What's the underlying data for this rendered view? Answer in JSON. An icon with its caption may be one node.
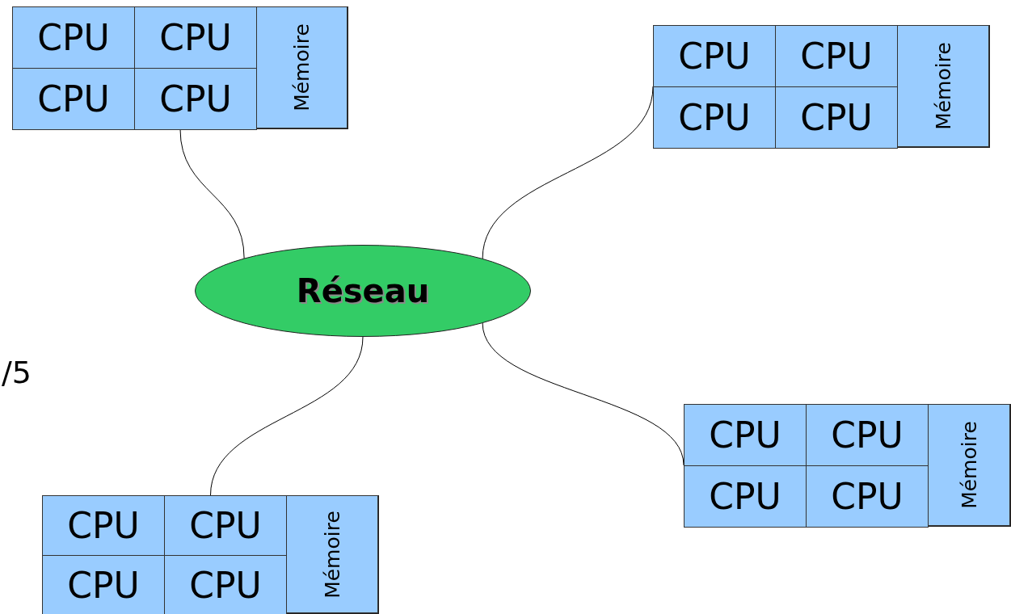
{
  "diagram": {
    "nodes": [
      {
        "text": [],
        "shape": "box"
      },
      {
        "text": [
          "CPU"
        ],
        "in": 0
      },
      {
        "text": [
          "CPU"
        ],
        "in": 0
      },
      {
        "text": [
          "CPU"
        ],
        "in": 0
      },
      {
        "text": [
          "CPU"
        ],
        "in": 0
      },
      {
        "text": [
          "Mémoire"
        ],
        "in": 0
      },
      {
        "text": [],
        "shape": "box"
      },
      {
        "text": [
          "CPU"
        ],
        "in": 6
      },
      {
        "text": [
          "CPU"
        ],
        "in": 6
      },
      {
        "text": [
          "CPU"
        ],
        "in": 6
      },
      {
        "text": [
          "CPU"
        ],
        "in": 6
      },
      {
        "text": [
          "Mémoire"
        ],
        "in": 6
      },
      {
        "text": [
          "Réseau"
        ]
      },
      {
        "text": [],
        "shape": "box"
      },
      {
        "text": [
          "CPU"
        ],
        "in": 13
      },
      {
        "text": [
          "CPU"
        ],
        "in": 13
      },
      {
        "text": [
          "CPU"
        ],
        "in": 13
      },
      {
        "text": [
          "CPU"
        ],
        "in": 13
      },
      {
        "text": [
          "Mémoire"
        ],
        "in": 13
      },
      {
        "text": [],
        "shape": "box"
      },
      {
        "text": [
          "CPU"
        ],
        "in": 19
      },
      {
        "text": [
          "CPU"
        ],
        "in": 19
      },
      {
        "text": [
          "CPU"
        ],
        "in": 19
      },
      {
        "text": [
          "CPU"
        ],
        "in": 19
      },
      {
        "text": [
          "Mémoire"
        ],
        "in": 19
      }
    ],
    "edges": [
      {
        "from": 12,
        "to": 0,
        "arrow": "none"
      },
      {
        "from": 12,
        "to": 6,
        "arrow": "none"
      },
      {
        "from": 12,
        "to": 13,
        "arrow": "none"
      },
      {
        "from": 12,
        "to": 19,
        "arrow": "none"
      }
    ],
    "labels": [
      "/5"
    ]
  }
}
